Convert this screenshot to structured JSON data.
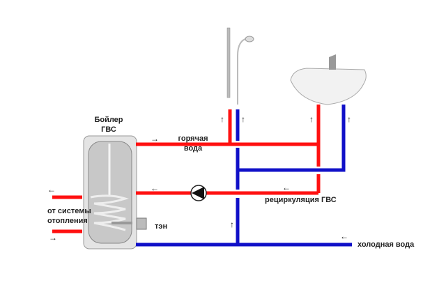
{
  "boiler": {
    "title_line1": "Бойлер",
    "title_line2": "ГВС"
  },
  "labels": {
    "hot_water_line1": "горячая",
    "hot_water_line2": "вода",
    "recirculation": "рециркуляция ГВС",
    "cold_water": "холодная вода",
    "heating_line1": "от системы",
    "heating_line2": "отопления",
    "heater": "тэн"
  },
  "arrows": {
    "right": "→",
    "left": "←",
    "up": "↑"
  },
  "colors": {
    "hot": "#ff1010",
    "cold": "#1010c8"
  }
}
